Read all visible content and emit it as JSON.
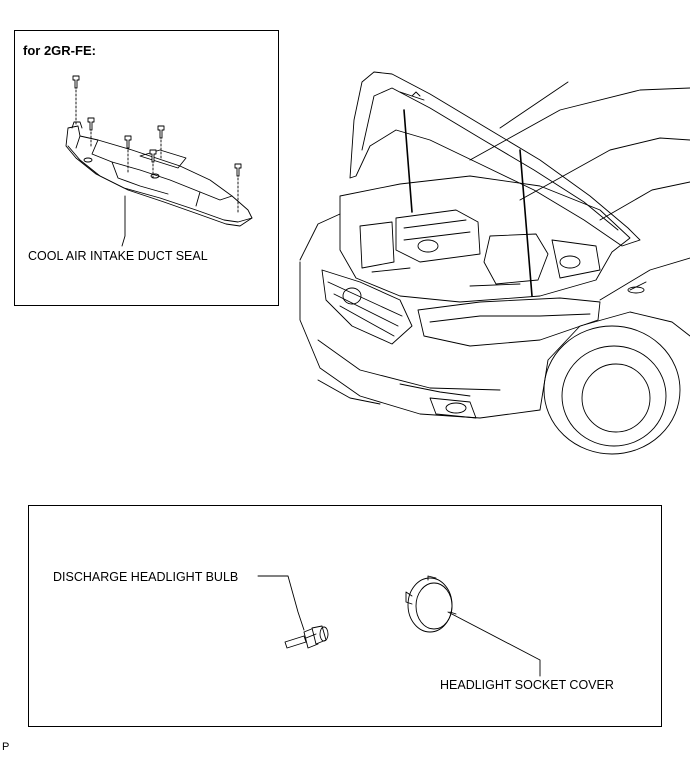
{
  "inset": {
    "title": "for 2GR-FE:",
    "part_label": "COOL AIR INTAKE DUCT SEAL"
  },
  "headlight_detail": {
    "bulb_label": "DISCHARGE HEADLIGHT BULB",
    "cover_label": "HEADLIGHT SOCKET COVER"
  },
  "footer": {
    "code": "P"
  }
}
